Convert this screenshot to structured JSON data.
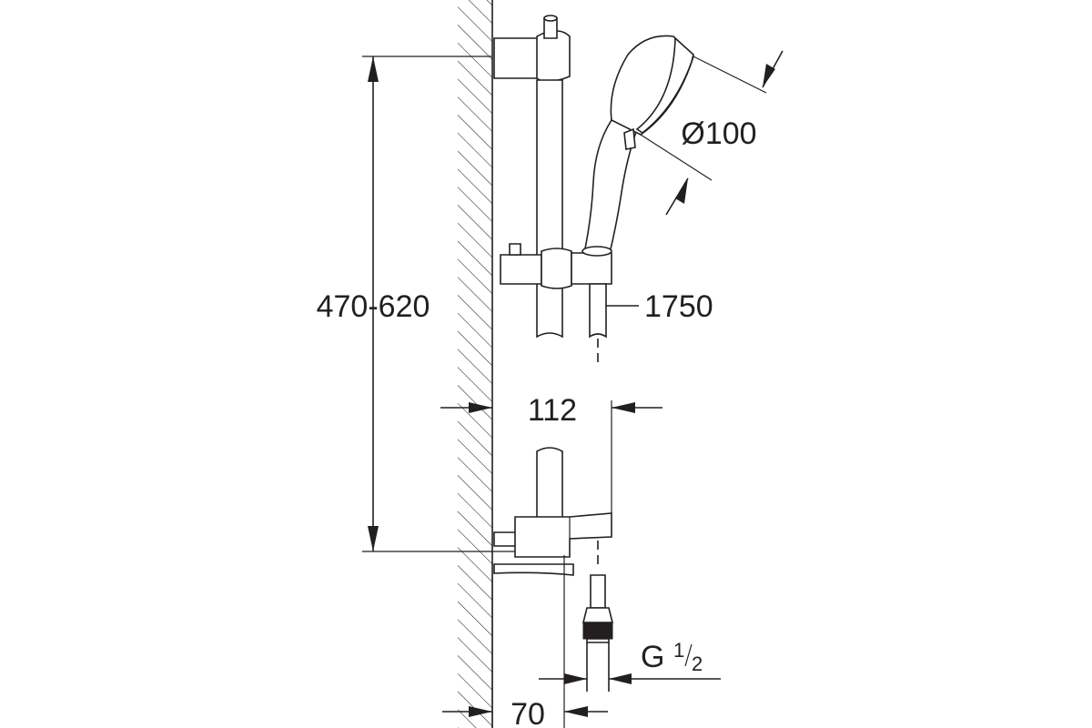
{
  "dimensions": {
    "bar_height": "470-620",
    "handshower_diameter": "Ø100",
    "hose_length": "1750",
    "rail_projection": "112",
    "wall_offset": "70",
    "connection_thread_prefix": "G",
    "connection_thread_numerator": "1",
    "connection_thread_denominator": "2"
  },
  "colors": {
    "line": "#231f20",
    "background": "#ffffff"
  }
}
